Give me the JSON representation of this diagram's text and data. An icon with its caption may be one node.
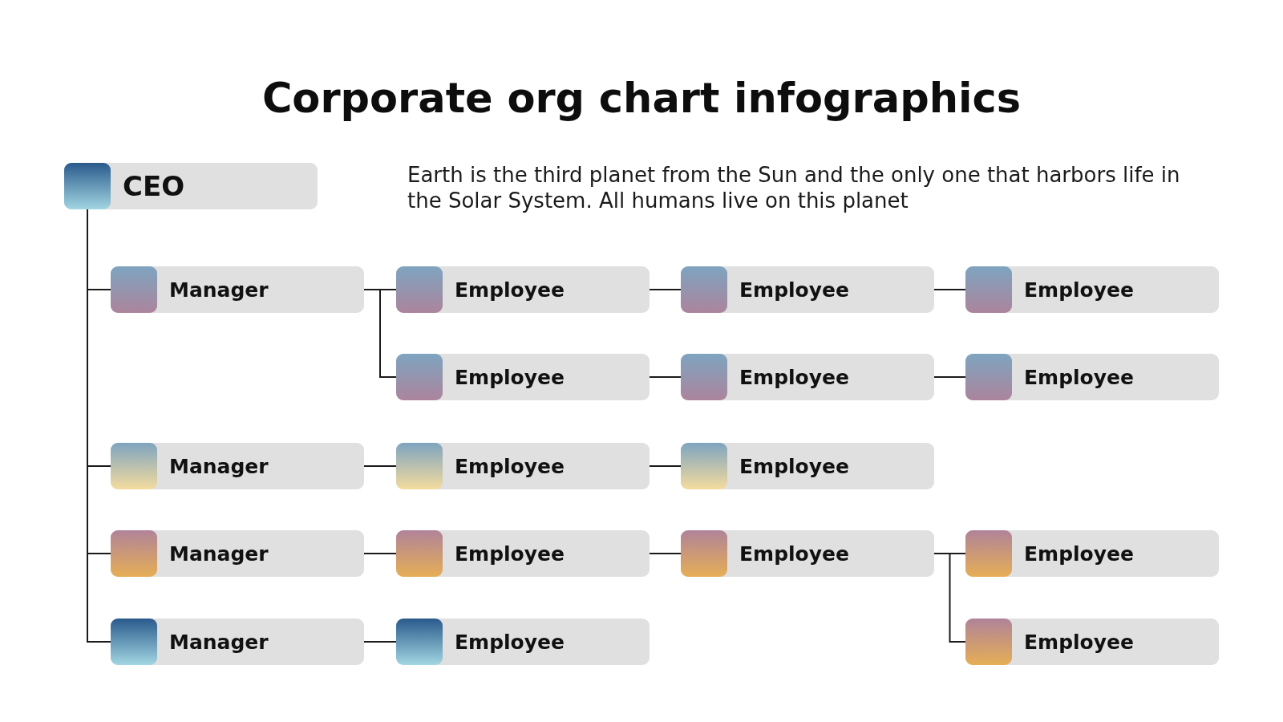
{
  "diagram": {
    "title": "Corporate org chart infographics",
    "nodes": [
      {
        "text": [
          "CEO"
        ]
      },
      {
        "text": [
          "Manager"
        ]
      },
      {
        "text": [
          "Employee"
        ]
      },
      {
        "text": [
          "Employee"
        ]
      },
      {
        "text": [
          "Employee"
        ]
      },
      {
        "text": [
          "Employee"
        ]
      },
      {
        "text": [
          "Employee"
        ]
      },
      {
        "text": [
          "Employee"
        ]
      },
      {
        "text": [
          "Manager"
        ]
      },
      {
        "text": [
          "Employee"
        ]
      },
      {
        "text": [
          "Employee"
        ]
      },
      {
        "text": [
          "Manager"
        ]
      },
      {
        "text": [
          "Employee"
        ]
      },
      {
        "text": [
          "Employee"
        ]
      },
      {
        "text": [
          "Employee"
        ]
      },
      {
        "text": [
          "Manager"
        ]
      },
      {
        "text": [
          "Employee"
        ]
      },
      {
        "text": [
          "Employee"
        ]
      }
    ],
    "edges": [
      {
        "from": 0,
        "to": 1,
        "arrow": "none"
      },
      {
        "from": 0,
        "to": 8,
        "arrow": "none"
      },
      {
        "from": 0,
        "to": 11,
        "arrow": "none"
      },
      {
        "from": 0,
        "to": 15,
        "arrow": "none"
      },
      {
        "from": 1,
        "to": 2,
        "arrow": "none"
      },
      {
        "from": 1,
        "to": 5,
        "arrow": "none"
      },
      {
        "from": 2,
        "to": 3,
        "arrow": "none"
      },
      {
        "from": 3,
        "to": 4,
        "arrow": "none"
      },
      {
        "from": 5,
        "to": 6,
        "arrow": "none"
      },
      {
        "from": 6,
        "to": 7,
        "arrow": "none"
      },
      {
        "from": 8,
        "to": 9,
        "arrow": "none"
      },
      {
        "from": 9,
        "to": 10,
        "arrow": "none"
      },
      {
        "from": 11,
        "to": 12,
        "arrow": "none"
      },
      {
        "from": 12,
        "to": 13,
        "arrow": "none"
      },
      {
        "from": 13,
        "to": 14,
        "arrow": "none"
      },
      {
        "from": 13,
        "to": 17,
        "arrow": "none"
      },
      {
        "from": 15,
        "to": 16,
        "arrow": "none"
      }
    ],
    "labels": [
      "Earth is the third planet from the Sun and the only one that harbors life in the Solar System. All humans live on this planet"
    ]
  }
}
